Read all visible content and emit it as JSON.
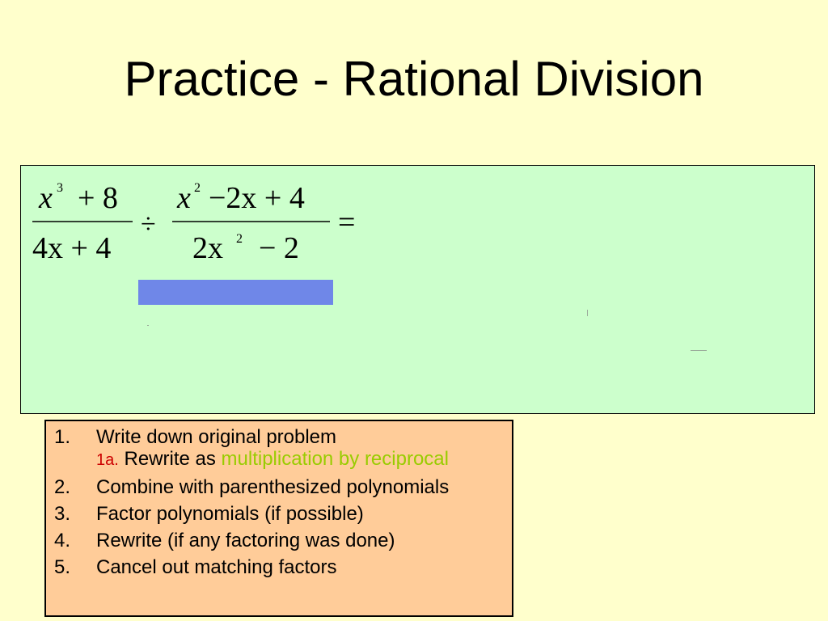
{
  "slide": {
    "title": "Practice - Rational Division"
  },
  "problem": {
    "fraction1": {
      "numerator_base": "x",
      "numerator_exp": "3",
      "numerator_rest": "+ 8",
      "denominator": "4x + 4"
    },
    "operator": "÷",
    "fraction2": {
      "numerator_base": "x",
      "numerator_exp": "2",
      "numerator_rest": "−2x + 4",
      "denominator_pre": "2x",
      "denominator_exp": "2",
      "denominator_rest": "− 2"
    },
    "equals": "="
  },
  "steps": [
    {
      "number": "1.",
      "text": "Write down original problem"
    },
    {
      "number": "2.",
      "text": "Combine with parenthesized polynomials"
    },
    {
      "number": "3.",
      "text": "Factor polynomials (if possible)"
    },
    {
      "number": "4.",
      "text": "Rewrite (if any factoring was done)"
    },
    {
      "number": "5.",
      "text": "Cancel out matching factors"
    }
  ],
  "substep": {
    "number": "1a.",
    "text_before": "Rewrite as",
    "highlight": "multiplication by reciprocal"
  },
  "colors": {
    "background": "#ffffcc",
    "problem_box": "#ccffcc",
    "steps_box": "#ffcc99",
    "highlight_bar": "#6f87e8",
    "substep_number": "#cc0000",
    "substep_highlight": "#99cc00"
  }
}
